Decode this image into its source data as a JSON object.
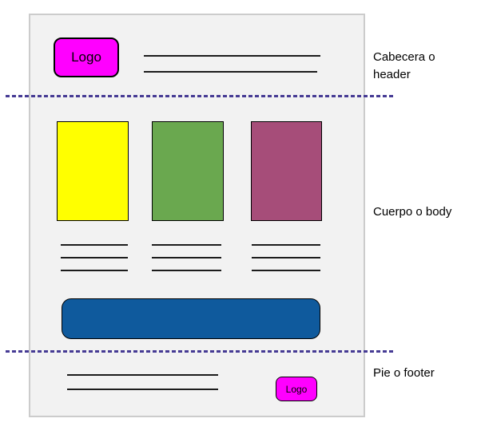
{
  "annotations": {
    "divider_color": "#463b94",
    "labels": [
      {
        "id": "header",
        "text": "Cabecera o header"
      },
      {
        "id": "body",
        "text": "Cuerpo o body"
      },
      {
        "id": "footer",
        "text": "Pie o footer"
      }
    ]
  },
  "mockup": {
    "panel": {
      "fill": "#f2f2f2",
      "border": "#cccccc"
    },
    "header": {
      "logo": {
        "label": "Logo",
        "fill": "#ff00ff"
      },
      "placeholder_lines": 2
    },
    "body": {
      "content_boxes": [
        {
          "name": "yellow",
          "fill": "#ffff00"
        },
        {
          "name": "green",
          "fill": "#6aa84f"
        },
        {
          "name": "purple",
          "fill": "#a64d79"
        }
      ],
      "text_line_groups": 3,
      "lines_per_group": 3,
      "banner": {
        "fill": "#0f5a9d"
      }
    },
    "footer": {
      "logo": {
        "label": "Logo",
        "fill": "#ff00ff"
      },
      "placeholder_lines": 2
    }
  }
}
